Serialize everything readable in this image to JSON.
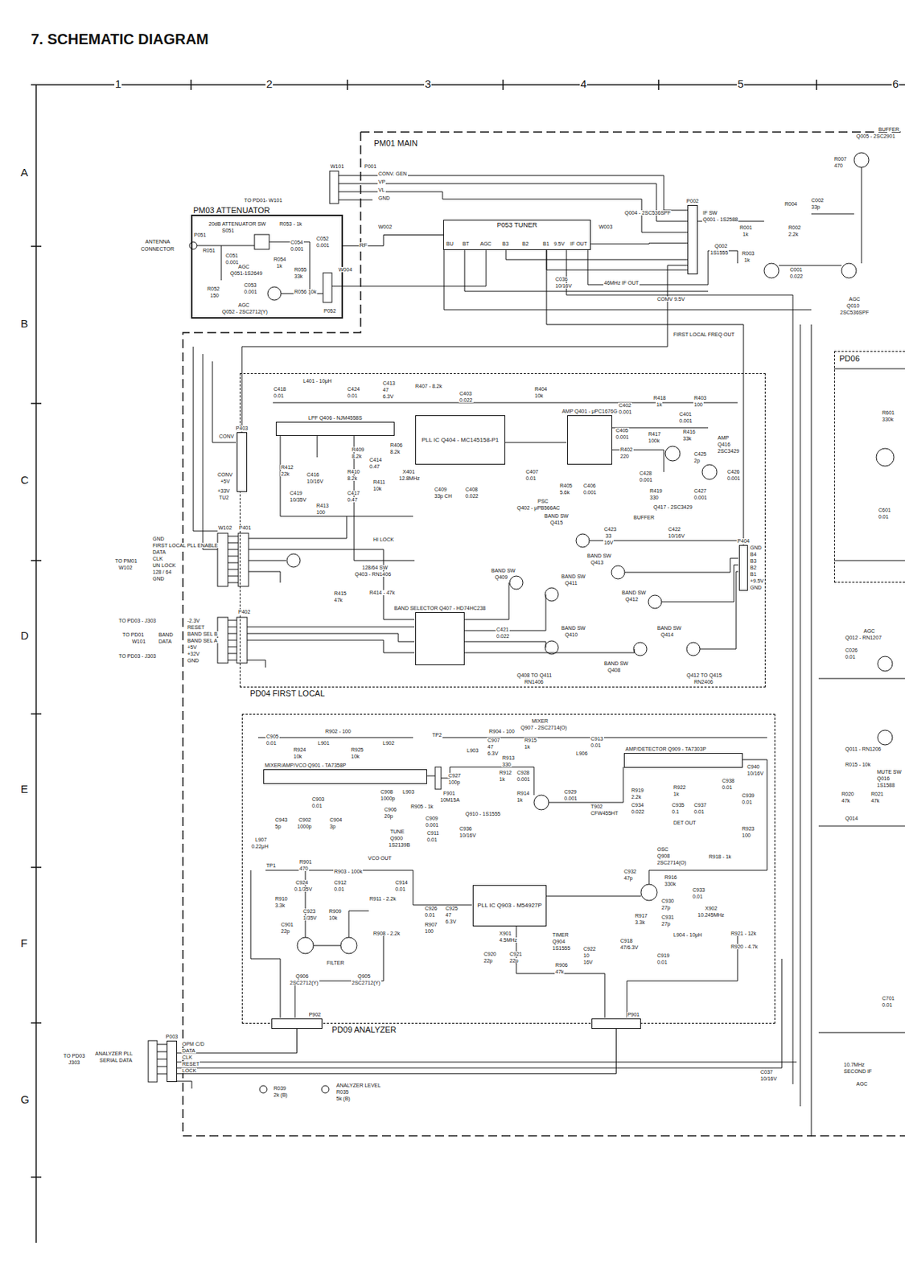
{
  "diagram": {
    "title": "7. SCHEMATIC DIAGRAM",
    "nodes": [
      {
        "text": [
          "PM01 MAIN"
        ]
      },
      {
        "text": [
          "PM03 ATTENUATOR"
        ]
      },
      {
        "text": [
          "P053 TUNER"
        ],
        "in": 0
      },
      {
        "text": [
          "P002"
        ],
        "in": 0
      },
      {
        "text": [
          "PD04 FIRST LOCAL"
        ],
        "in": 0
      },
      {
        "text": [
          "LPF Q406 - NJM4558S"
        ],
        "in": 4
      },
      {
        "text": [
          "PLL IC Q404 - MC145158-P1"
        ],
        "in": 4
      },
      {
        "text": [
          "AMP Q401 - μPC1676G"
        ],
        "in": 4
      },
      {
        "text": [
          "BAND SELECTOR Q407 - HD74HC238"
        ],
        "in": 4
      },
      {
        "text": [
          "P403"
        ],
        "in": 4
      },
      {
        "text": [
          "P404"
        ],
        "in": 4
      },
      {
        "text": [
          "PD09 ANALYZER"
        ],
        "in": 0
      },
      {
        "text": [
          "MIXER/AMP/VCO Q901 - TA7358P"
        ],
        "in": 11
      },
      {
        "text": [
          "AMP/DETECTOR Q909 - TA7303P"
        ],
        "in": 11
      },
      {
        "text": [
          "PLL IC Q903 - M54927P"
        ],
        "in": 11
      },
      {
        "text": [
          "P902"
        ],
        "in": 11
      },
      {
        "text": [
          "P901"
        ],
        "in": 11
      },
      {
        "text": [
          "P003"
        ]
      },
      {
        "text": [
          "PD06"
        ],
        "in": 0
      }
    ],
    "edges": [
      {
        "from": 1,
        "to": 2,
        "label": "RF",
        "arrow": "none"
      },
      {
        "from": 2,
        "to": 3,
        "arrow": "none"
      },
      {
        "from": 17,
        "to": 15,
        "arrow": "none"
      },
      {
        "from": 17,
        "to": 16,
        "arrow": "none"
      },
      {
        "from": 10,
        "to": 2,
        "arrow": "none"
      },
      {
        "from": 9,
        "to": 3,
        "arrow": "none"
      }
    ],
    "labels": [
      "1",
      "2",
      "3",
      "4",
      "5",
      "6",
      "A",
      "B",
      "C",
      "D",
      "E",
      "F",
      "G",
      "TO PD01- W101",
      "W101",
      "P001",
      "CONV. GEN",
      "VP",
      "VL",
      "GND",
      "W002",
      "W003",
      "W004",
      "Q004 - 2SC536SPF",
      "IF SW",
      "Q001 - 1S2588",
      "R004",
      "C002",
      "33p",
      "BUFFER",
      "Q005 - 2SC2901",
      "R007",
      "470",
      "R001",
      "1k",
      "R002",
      "2.2k",
      "R003",
      "1k",
      "C001",
      "0.022",
      "Q002",
      "1S1555",
      "46MHz IF OUT",
      "COMV 9.5V",
      "FIRST LOCAL FREQ OUT",
      "AGC",
      "Q010",
      "2SC536SPF",
      "BU",
      "BT",
      "AGC",
      "B3",
      "B2",
      "B1",
      "9.5V",
      "IF OUT",
      "C036",
      "10/16V",
      "20dB ATTENUATOR SW",
      "S051",
      "R053 - 1k",
      "ANTENNA",
      "CONNECTOR",
      "P051",
      "R051",
      "C051",
      "0.001",
      "C054",
      "0.001",
      "C052",
      "0.001",
      "AGC",
      "Q051-1S2649",
      "R054",
      "1k",
      "C053",
      "0.001",
      "R055",
      "33k",
      "R056 10k",
      "R052",
      "150",
      "AGC",
      "Q052 - 2SC2712(Y)",
      "P052",
      "L401 - 10μH",
      "C418",
      "0.01",
      "C424",
      "0.01",
      "C413",
      "47",
      "6.3V",
      "R407 - 8.2k",
      "C403",
      "0.022",
      "R404",
      "10k",
      "C402",
      "0.001",
      "R418",
      "1k",
      "R403",
      "100",
      "C401",
      "0.001",
      "CONV",
      "CONV",
      "+5V",
      "+33V",
      "TU2",
      "R412",
      "22k",
      "C416",
      "10/16V",
      "C419",
      "10/35V",
      "C417",
      "0.47",
      "R413",
      "100",
      "R409",
      "8.2k",
      "R410",
      "8.2k",
      "R411",
      "10k",
      "C414",
      "0.47",
      "R406",
      "8.2k",
      "X401",
      "12.8MHz",
      "C409",
      "33p CH",
      "C408",
      "0.022",
      "C407",
      "0.01",
      "R405",
      "5.6k",
      "C406",
      "0.001",
      "C405",
      "0.001",
      "R402",
      "220",
      "R417",
      "100k",
      "R416",
      "33k",
      "C425",
      "2p",
      "C428",
      "0.001",
      "R419",
      "330",
      "C427",
      "0.001",
      "C426",
      "0.001",
      "AMP",
      "Q416",
      "2SC3429",
      "Q417 - 2SC3429",
      "PSC",
      "Q402 - μPB566AC",
      "BAND SW",
      "Q415",
      "BUFFER",
      "C423",
      "33",
      "16V",
      "C422",
      "10/16V",
      "GND",
      "B4",
      "B3",
      "B2",
      "B1",
      "+9.5V",
      "GND",
      "BAND SW",
      "Q413",
      "BAND SW",
      "Q411",
      "BAND SW",
      "Q412",
      "BAND SW",
      "Q410",
      "BAND SW",
      "Q414",
      "BAND SW",
      "Q408",
      "BAND SW",
      "Q409",
      "Q408 TO Q411",
      "RN1406",
      "Q412 TO Q415",
      "RN2406",
      "P401",
      "W102",
      "HI LOCK",
      "128/64 SW",
      "Q403 - RN1406",
      "R415",
      "47k",
      "R414 - 47k",
      "C421",
      "0.022",
      "P402",
      "GND",
      "FIRST LOCAL PLL ENABLE",
      "DATA",
      "CLK",
      "UN LOCK",
      "128 / 64",
      "GND",
      "TO PM01",
      "W102",
      "-2.3V",
      "RESET",
      "BAND SEL B",
      "BAND SEL A",
      "+5V",
      "+32V",
      "GND",
      "TO PD03 - J303",
      "TO PD01",
      "W101",
      "BAND",
      "DATA",
      "TO PD03 - J303",
      "C905",
      "0.01",
      "R902 - 100",
      "L901",
      "L902",
      "R924",
      "10k",
      "R925",
      "10k",
      "TP2",
      "R904 - 100",
      "MIXER",
      "Q907 - 2SC2714(O)",
      "C907",
      "47",
      "6.3V",
      "R915",
      "1k",
      "C913",
      "0.01",
      "L903",
      "L906",
      "R913",
      "330",
      "R912",
      "1k",
      "C928",
      "0.001",
      "C927",
      "100p",
      "F901",
      "10M15A",
      "C929",
      "0.001",
      "T902",
      "CFW455HT",
      "R919",
      "2.2k",
      "R922",
      "1k",
      "C934",
      "0.022",
      "C935",
      "0.1",
      "C937",
      "0.01",
      "C938",
      "0.01",
      "C939",
      "0.01",
      "C940",
      "10/16V",
      "R914",
      "1k",
      "Q910 - 1S1555",
      "DET OUT",
      "R923",
      "100",
      "C903",
      "0.01",
      "C904",
      "3p",
      "C902",
      "1000p",
      "C943",
      "5p",
      "L907",
      "0.22μH",
      "C908",
      "1000p",
      "C906",
      "20p",
      "L903",
      "R905 - 1k",
      "C909",
      "0.001",
      "C911",
      "0.01",
      "TUNE",
      "Q900",
      "1S2139B",
      "C936",
      "10/16V",
      "VCO OUT",
      "R901",
      "470",
      "TP1",
      "R903 - 100k",
      "C924",
      "0.1/35V",
      "C912",
      "0.01",
      "C914",
      "0.01",
      "R910",
      "3.3k",
      "C923",
      "1/35V",
      "R909",
      "10k",
      "R911 - 2.2k",
      "C926",
      "0.01",
      "C925",
      "47",
      "6.3V",
      "R907",
      "100",
      "C901",
      "22p",
      "R908 - 2.2k",
      "FILTER",
      "Q906",
      "2SC2712(Y)",
      "Q905",
      "2SC2712(Y)",
      "X901",
      "4.5MHz",
      "TIMER",
      "Q904",
      "1S1555",
      "C922",
      "10",
      "16V",
      "R906",
      "47k",
      "C920",
      "22p",
      "C921",
      "22p",
      "C918",
      "47/6.3V",
      "C919",
      "0.01",
      "L904 - 10μH",
      "OSC",
      "Q908",
      "2SC2714(O)",
      "C932",
      "47p",
      "R916",
      "330k",
      "C933",
      "0.01",
      "C930",
      "27p",
      "X902",
      "10.245MHz",
      "C931",
      "27p",
      "R917",
      "3.3k",
      "R918 - 1k",
      "R921 - 12k",
      "R920 - 4.7k",
      "OPM C/D",
      "DATA",
      "CLK",
      "RESET",
      "LOCK",
      "TO PD03",
      "J303",
      "ANALYZER PLL",
      "SERIAL DATA",
      "R039",
      "2k (B)",
      "ANALYZER LEVEL",
      "R035",
      "5k (B)",
      "C037",
      "10/16V",
      "R601",
      "330k",
      "C601",
      "0.01",
      "AGC",
      "Q012 - RN1207",
      "C026",
      "0.01",
      "Q011 - RN1206",
      "R015 - 10k",
      "MUTE SW",
      "Q016",
      "1S1588",
      "R020",
      "47k",
      "R021",
      "47k",
      "Q014",
      "C701",
      "0.01",
      "10.7MHz",
      "SECOND IF",
      "AGC"
    ]
  }
}
